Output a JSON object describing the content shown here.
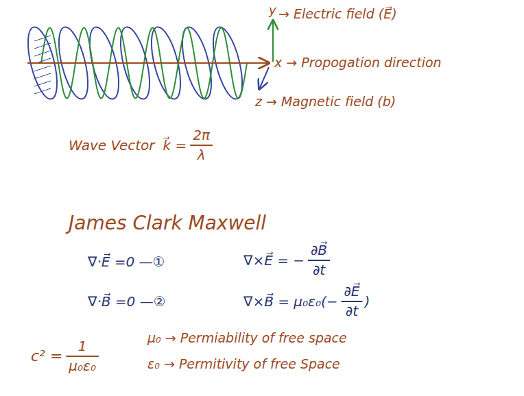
{
  "diagram": {
    "labels": [
      "y",
      "→ Electric field (E⃗)",
      "x → Propogation direction",
      "z → Magnetic field (b)",
      "Wave Vector",
      "k⃗ =",
      "2π",
      "λ",
      "James Clark Maxwell",
      "∇·E⃗ =0 —①",
      "∇·B⃗ =0 —②",
      "∇×E⃗ = −",
      "∂B⃗",
      "∂t",
      "∇×B⃗ = μ₀ε₀(−",
      "∂E⃗",
      "∂t",
      ")",
      "c² =",
      "1",
      "μ₀ε₀",
      "μ₀ → Permiability of free space",
      "ε₀ → Permitivity of free Space"
    ]
  }
}
